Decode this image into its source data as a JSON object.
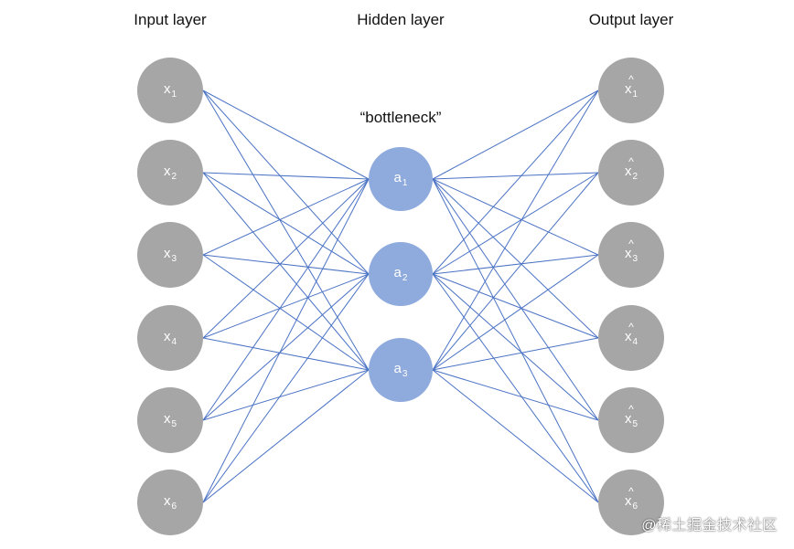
{
  "colors": {
    "io_node": "#a6a6a6",
    "hidden_node": "#8faadc",
    "edge": "#4a72c4"
  },
  "titles": {
    "input": "Input layer",
    "hidden": "Hidden layer",
    "output": "Output layer"
  },
  "bottleneck_label": "“bottleneck”",
  "input_nodes": [
    {
      "base": "x",
      "sub": "1"
    },
    {
      "base": "x",
      "sub": "2"
    },
    {
      "base": "x",
      "sub": "3"
    },
    {
      "base": "x",
      "sub": "4"
    },
    {
      "base": "x",
      "sub": "5"
    },
    {
      "base": "x",
      "sub": "6"
    }
  ],
  "hidden_nodes": [
    {
      "base": "a",
      "sub": "1"
    },
    {
      "base": "a",
      "sub": "2"
    },
    {
      "base": "a",
      "sub": "3"
    }
  ],
  "output_nodes": [
    {
      "base": "x",
      "sub": "1",
      "hat": "^"
    },
    {
      "base": "x",
      "sub": "2",
      "hat": "^"
    },
    {
      "base": "x",
      "sub": "3",
      "hat": "^"
    },
    {
      "base": "x",
      "sub": "4",
      "hat": "^"
    },
    {
      "base": "x",
      "sub": "5",
      "hat": "^"
    },
    {
      "base": "x",
      "sub": "6",
      "hat": "^"
    }
  ],
  "watermark": "@稀土掘金技术社区"
}
